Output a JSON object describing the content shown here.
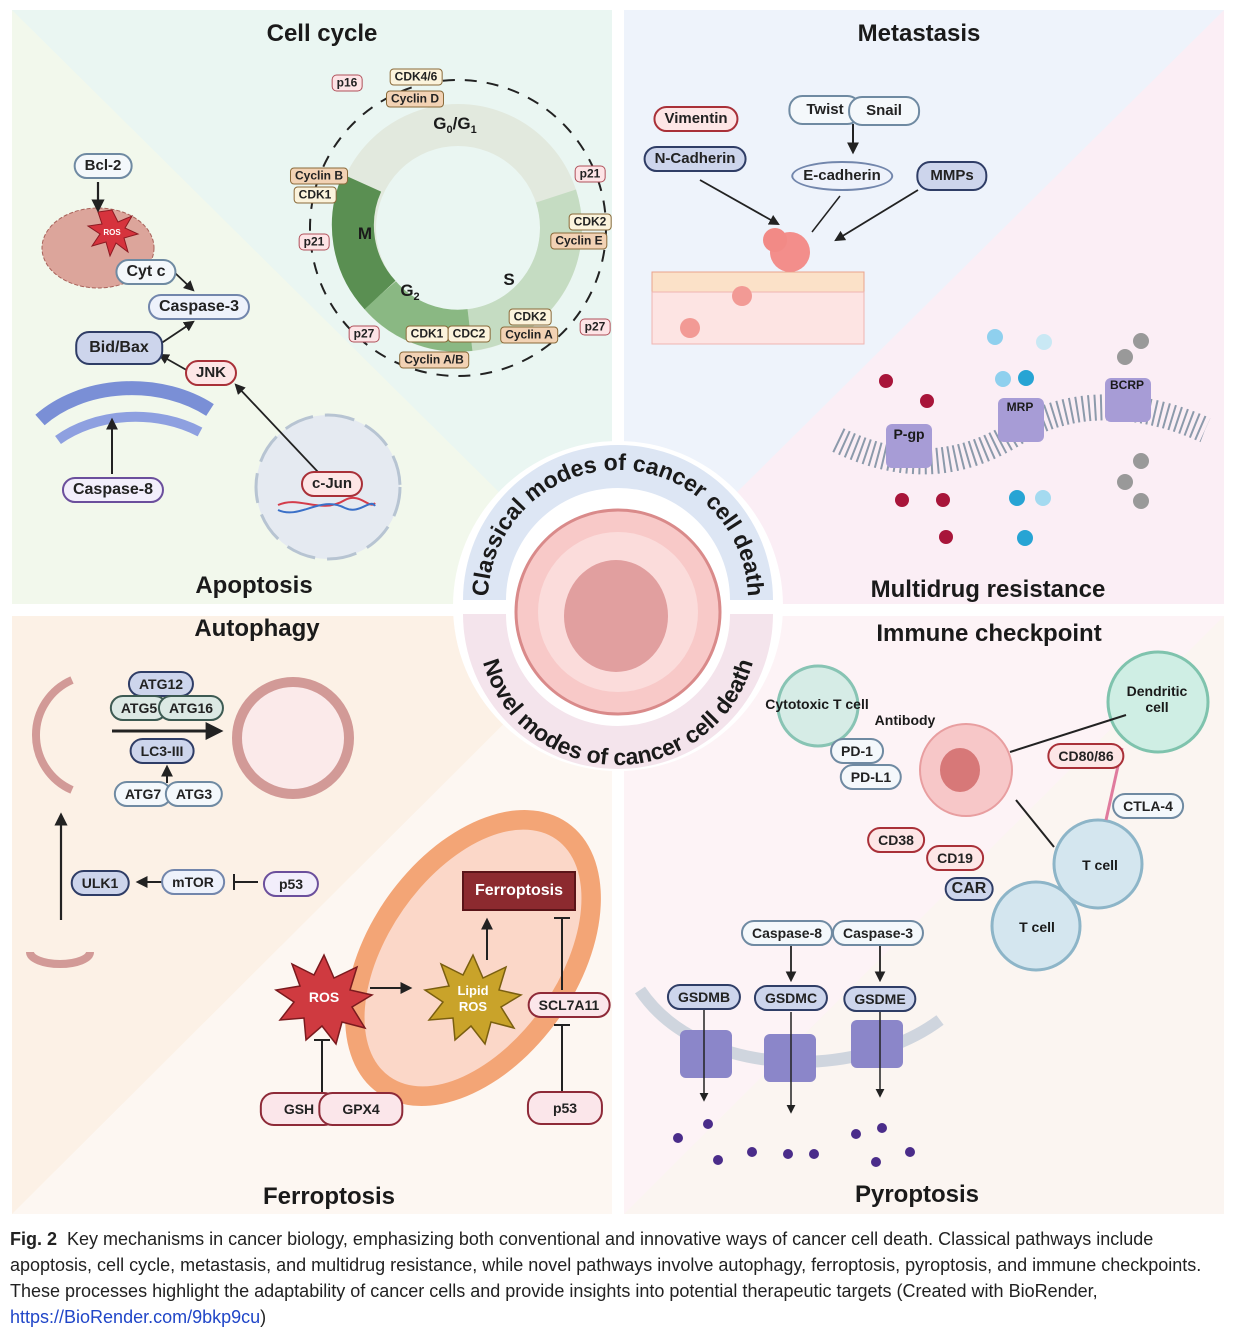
{
  "center": {
    "classical_label": "Classical modes of cancer cell death",
    "novel_label": "Novel modes of cancer cell death"
  },
  "panels": {
    "cell_cycle": {
      "title": "Cell cycle",
      "phases": [
        "G0/G1",
        "S",
        "G2",
        "M"
      ],
      "labels": {
        "p16": "p16",
        "cdk46": "CDK4/6",
        "cyclin_d": "Cyclin D",
        "p21_right": "p21",
        "cdk2_e": "CDK2",
        "cyclin_e": "Cyclin E",
        "cdk2_a": "CDK2",
        "cyclin_a": "Cyclin A",
        "p27_right": "p27",
        "cdk1_bottom": "CDK1",
        "cdc2": "CDC2",
        "cyclin_ab": "Cyclin A/B",
        "p27_left": "p27",
        "cyclin_b": "Cyclin B",
        "cdk1_left": "CDK1",
        "p21_left": "p21"
      }
    },
    "metastasis": {
      "title": "Metastasis",
      "labels": {
        "vimentin": "Vimentin",
        "n_cadherin": "N-Cadherin",
        "twist": "Twist",
        "snail": "Snail",
        "e_cadherin": "E-cadherin",
        "mmps": "MMPs"
      }
    },
    "apoptosis": {
      "title": "Apoptosis",
      "labels": {
        "bcl2": "Bcl-2",
        "ros": "ROS",
        "cytc": "Cyt c",
        "caspase3": "Caspase-3",
        "bidbax": "Bid/Bax",
        "jnk": "JNK",
        "caspase8": "Caspase-8",
        "cjun": "c-Jun"
      }
    },
    "multidrug_resistance": {
      "title": "Multidrug resistance",
      "transporters": [
        "P-gp",
        "MRP",
        "BCRP"
      ]
    },
    "autophagy": {
      "title": "Autophagy",
      "labels": {
        "atg12": "ATG12",
        "atg5": "ATG5",
        "atg16": "ATG16",
        "lc3": "LC3-III",
        "atg7": "ATG7",
        "atg3": "ATG3",
        "ulk1": "ULK1",
        "mtor": "mTOR",
        "p53": "p53"
      }
    },
    "immune_checkpoint": {
      "title": "Immune checkpoint",
      "labels": {
        "ctl": "Cytotoxic T cell",
        "antibody": "Antibody",
        "pd1": "PD-1",
        "pdl1": "PD-L1",
        "dendritic": "Dendritic cell",
        "cd8086": "CD80/86",
        "ctla4": "CTLA-4",
        "cd38": "CD38",
        "cd19": "CD19",
        "car": "CAR",
        "tcell1": "T cell",
        "tcell2": "T cell"
      }
    },
    "ferroptosis": {
      "title": "Ferroptosis",
      "labels": {
        "ferroptosis_box": "Ferroptosis",
        "ros": "ROS",
        "lipid_ros": "Lipid ROS",
        "scl7a11": "SCL7A11",
        "gsh": "GSH",
        "gpx4": "GPX4",
        "p53": "p53"
      }
    },
    "pyroptosis": {
      "title": "Pyroptosis",
      "labels": {
        "caspase8": "Caspase-8",
        "caspase3": "Caspase-3",
        "gsdmb": "GSDMB",
        "gsdmc": "GSDMC",
        "gsdme": "GSDME"
      }
    }
  },
  "caption": {
    "label": "Fig. 2",
    "text": "Key mechanisms in cancer biology, emphasizing both conventional and innovative ways of cancer cell death. Classical pathways include apoptosis, cell cycle, metastasis, and multidrug resistance, while novel pathways involve autophagy, ferroptosis, pyroptosis, and immune checkpoints. These processes highlight the adaptability of cancer cells and provide insights into potential therapeutic targets (Created with BioRender,",
    "link": "https://BioRender.com/9bkp9cu",
    "end": ")"
  }
}
